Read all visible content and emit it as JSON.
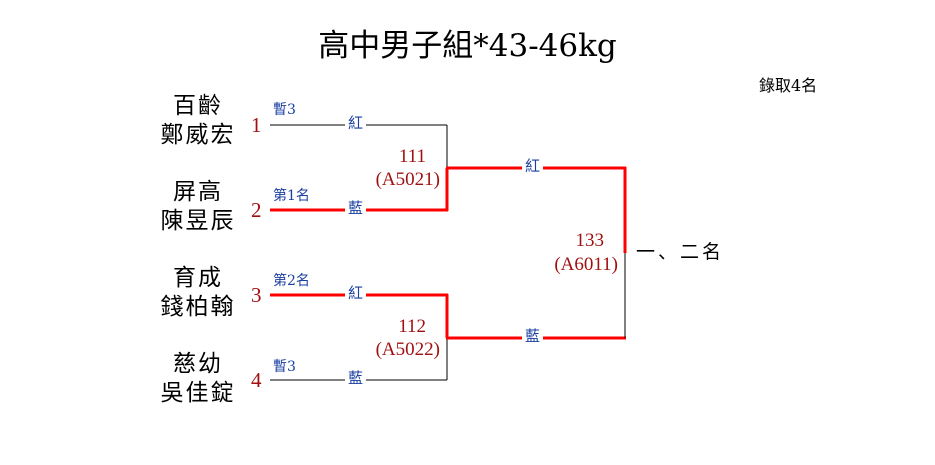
{
  "title": "高中男子組*43-46kg",
  "quota": "錄取4名",
  "entries": [
    {
      "seed": "1",
      "team": "百齡",
      "name": "鄭威宏",
      "note": "暫3"
    },
    {
      "seed": "2",
      "team": "屏高",
      "name": "陳昱辰",
      "note": "第1名"
    },
    {
      "seed": "3",
      "team": "育成",
      "name": "錢柏翰",
      "note": "第2名"
    },
    {
      "seed": "4",
      "team": "慈幼",
      "name": "吳佳錠",
      "note": "暫3"
    }
  ],
  "corners": {
    "red": "紅",
    "blue": "藍"
  },
  "matches": [
    {
      "number": "111",
      "code": "(A5021)"
    },
    {
      "number": "112",
      "code": "(A5022)"
    },
    {
      "number": "133",
      "code": "(A6011)"
    }
  ],
  "final_result": "一、二名",
  "colors": {
    "winner_line": "#ff0000",
    "line": "#000000",
    "seed": "#a01010",
    "corner": "#1a3fa0"
  }
}
